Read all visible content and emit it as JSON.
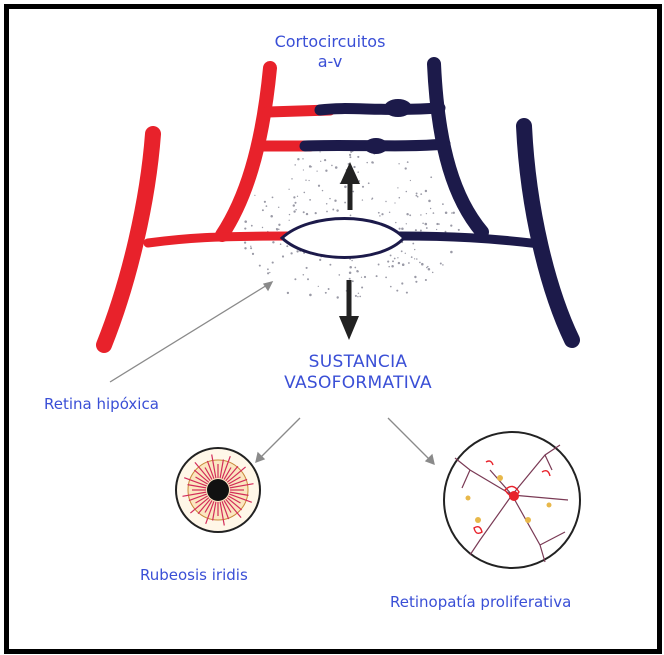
{
  "labels": {
    "shunts_line1": "Cortocircuitos",
    "shunts_line2": "a-v",
    "substance_line1": "SUSTANCIA",
    "substance_line2": "VASOFORMATIVA",
    "hypoxic_retina": "Retina hipóxica",
    "rubeosis": "Rubeosis iridis",
    "retinopathy": "Retinopatía proliferativa"
  },
  "colors": {
    "artery": "#e8222b",
    "vein": "#1c1a4a",
    "label": "#3a4fd6",
    "arrow": "#222222",
    "pointer": "#8a8a8a"
  }
}
